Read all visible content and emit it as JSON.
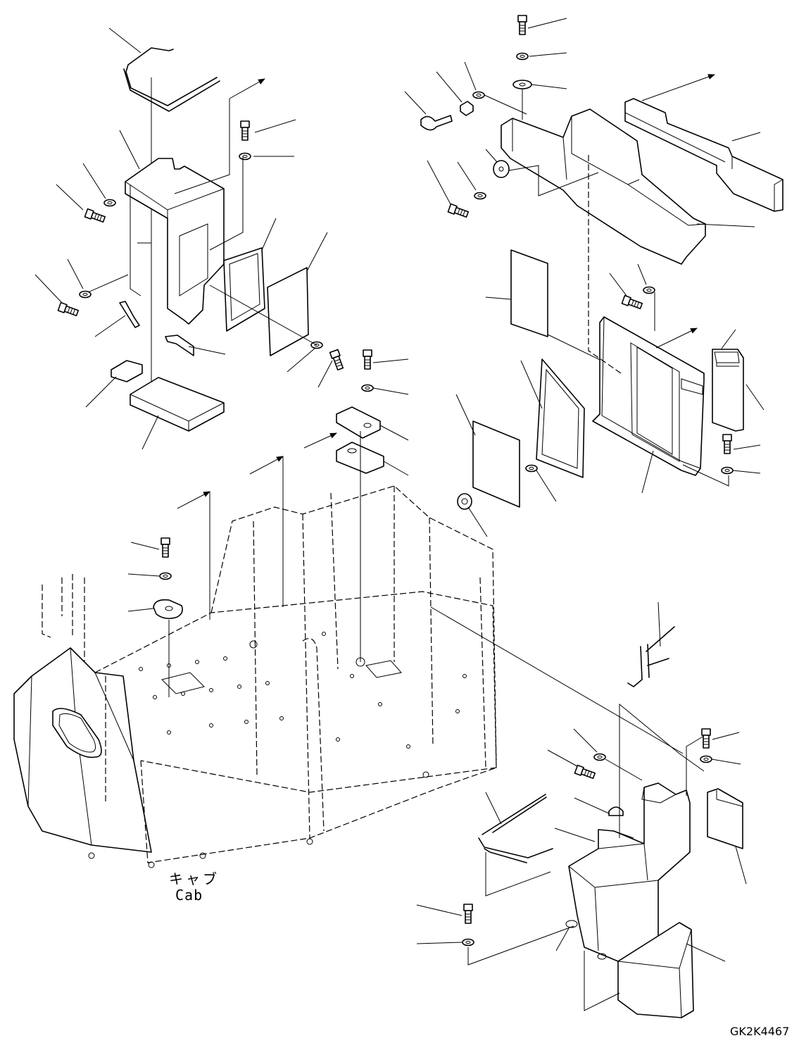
{
  "labels": {
    "cab_jp": "キャブ",
    "cab_en": "Cab",
    "drawing_code": "GK2K4467"
  }
}
